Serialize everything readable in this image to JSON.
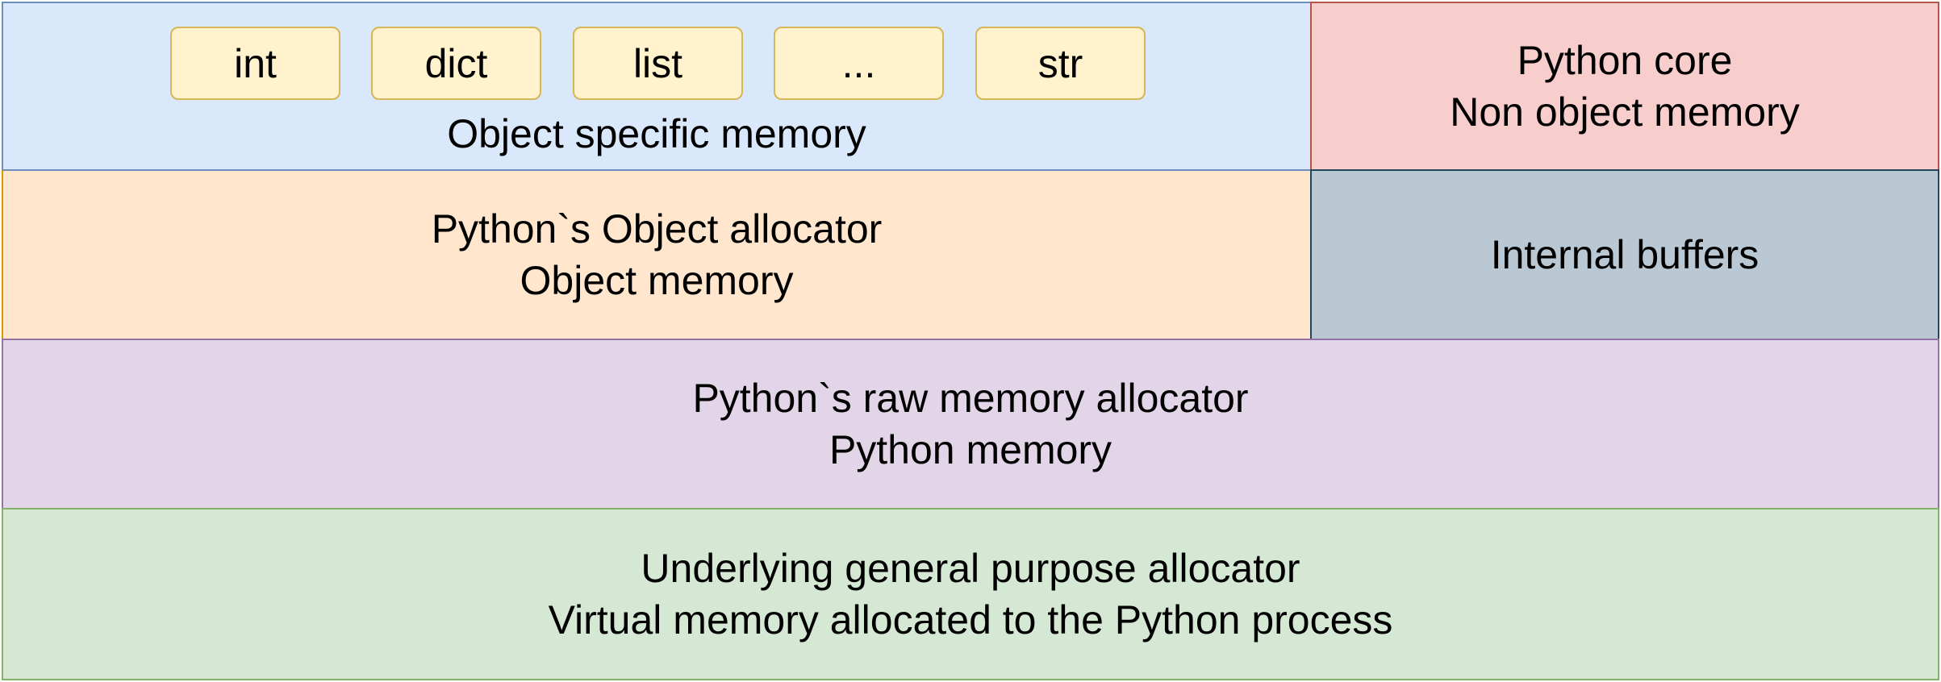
{
  "layers": {
    "object_specific": {
      "types": [
        "int",
        "dict",
        "list",
        "...",
        "str"
      ],
      "label": "Object specific memory"
    },
    "python_core": {
      "line1": "Python core",
      "line2": "Non object memory"
    },
    "object_allocator": {
      "line1": "Python`s Object allocator",
      "line2": "Object memory"
    },
    "internal_buffers": {
      "line1": "Internal buffers"
    },
    "raw_allocator": {
      "line1": "Python`s raw memory allocator",
      "line2": "Python memory"
    },
    "general_allocator": {
      "line1": "Underlying general purpose allocator",
      "line2": "Virtual memory allocated to the Python process"
    }
  },
  "colors": {
    "object_specific_fill": "#dae8fc",
    "object_specific_stroke": "#6c8ebf",
    "type_box_fill": "#fff2cc",
    "type_box_stroke": "#d6b656",
    "python_core_fill": "#f8cecc",
    "python_core_stroke": "#b85450",
    "object_allocator_fill": "#ffe6cc",
    "object_allocator_stroke": "#d79b00",
    "internal_buffers_fill": "#bac8d3",
    "internal_buffers_stroke": "#23445d",
    "raw_allocator_fill": "#e1d5e7",
    "raw_allocator_stroke": "#9673a6",
    "general_allocator_fill": "#d5e8d4",
    "general_allocator_stroke": "#82b366"
  }
}
